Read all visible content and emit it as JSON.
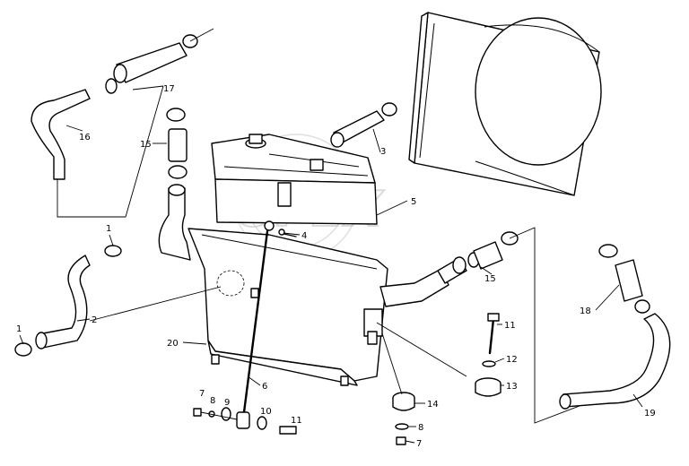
{
  "watermark": {
    "text": "OPEX"
  },
  "callouts": {
    "c1a": "1",
    "c1b": "1",
    "c2": "2",
    "c3": "3",
    "c4": "4",
    "c5": "5",
    "c6": "6",
    "c7a": "7",
    "c7b": "7",
    "c8a": "8",
    "c8b": "8",
    "c9": "9",
    "c10": "10",
    "c11a": "11",
    "c11b": "11",
    "c12": "12",
    "c13": "13",
    "c14": "14",
    "c15a": "15",
    "c15b": "15",
    "c16": "16",
    "c17": "17",
    "c18": "18",
    "c19": "19",
    "c20": "20"
  }
}
